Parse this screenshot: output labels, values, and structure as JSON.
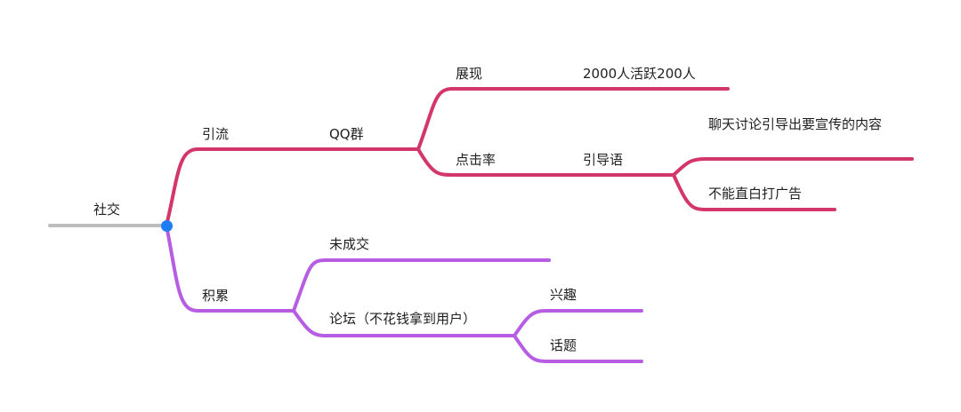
{
  "colors": {
    "root": "#bdbdbd",
    "branch1": "#d2366a",
    "branch2": "#b65de3",
    "dot": "#1f7cf2"
  },
  "root": {
    "label": "社交"
  },
  "branch1": {
    "label": "引流",
    "child": {
      "label": "QQ群",
      "show": {
        "label": "展现",
        "detail": "2000人活跃200人"
      },
      "ctr": {
        "label": "点击率",
        "guide": {
          "label": "引导语",
          "item1": "聊天讨论引导出要宣传的内容",
          "item2": "不能直白打广告"
        }
      }
    }
  },
  "branch2": {
    "label": "积累",
    "unclosed": {
      "label": "未成交"
    },
    "forum": {
      "label": "论坛（不花钱拿到用户）",
      "interest": "兴趣",
      "topic": "话题"
    }
  }
}
